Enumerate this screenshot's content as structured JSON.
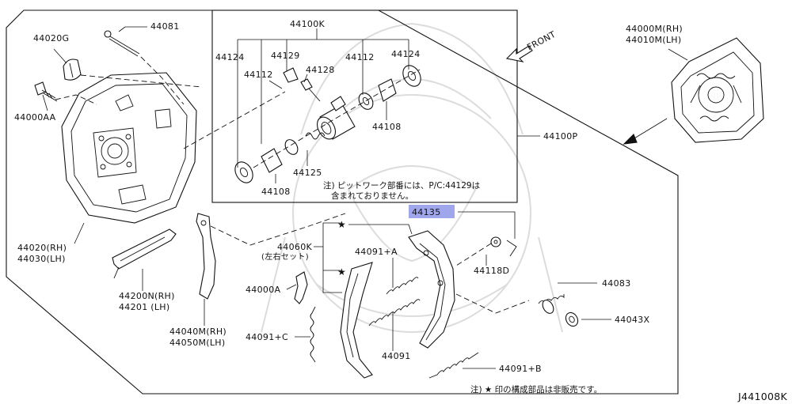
{
  "diagram_code": "J441008K",
  "front_label": "FRONT",
  "highlight_color": "#9fa6ec",
  "labels": {
    "p44081": "44081",
    "p44020g": "44020G",
    "p44000aa": "44000AA",
    "p44020rh": "44020(RH)",
    "p44030lh": "44030(LH)",
    "p44100k": "44100K",
    "p44124_left": "44124",
    "p44129": "44129",
    "p44112_left": "44112",
    "p44128": "44128",
    "p44112_right": "44112",
    "p44124_right": "44124",
    "p44108_right": "44108",
    "p44125": "44125",
    "p44108_left": "44108",
    "p44100p": "44100P",
    "p44000m_rh": "44000M(RH)",
    "p44010m_lh": "44010M(LH)",
    "p44135": "44135",
    "p44060k": "44060K",
    "p44060k_sub": "(左右セット)",
    "p44091a": "44091+A",
    "p44118d": "44118D",
    "p44083": "44083",
    "p44043x": "44043X",
    "p44000a": "44000A",
    "p44200n_rh": "44200N(RH)",
    "p44201_lh": "44201 (LH)",
    "p44040m_rh": "44040M(RH)",
    "p44050m_lh": "44050M(LH)",
    "p44091c": "44091+C",
    "p44091": "44091",
    "p44091b": "44091+B"
  },
  "notes": {
    "wheel_cylinder_line1": "注) ピットワーク部番には、P/C:44129は",
    "wheel_cylinder_line2": "含まれておりません。",
    "footer": "注) ★ 印の構成部品は非販売です。"
  }
}
